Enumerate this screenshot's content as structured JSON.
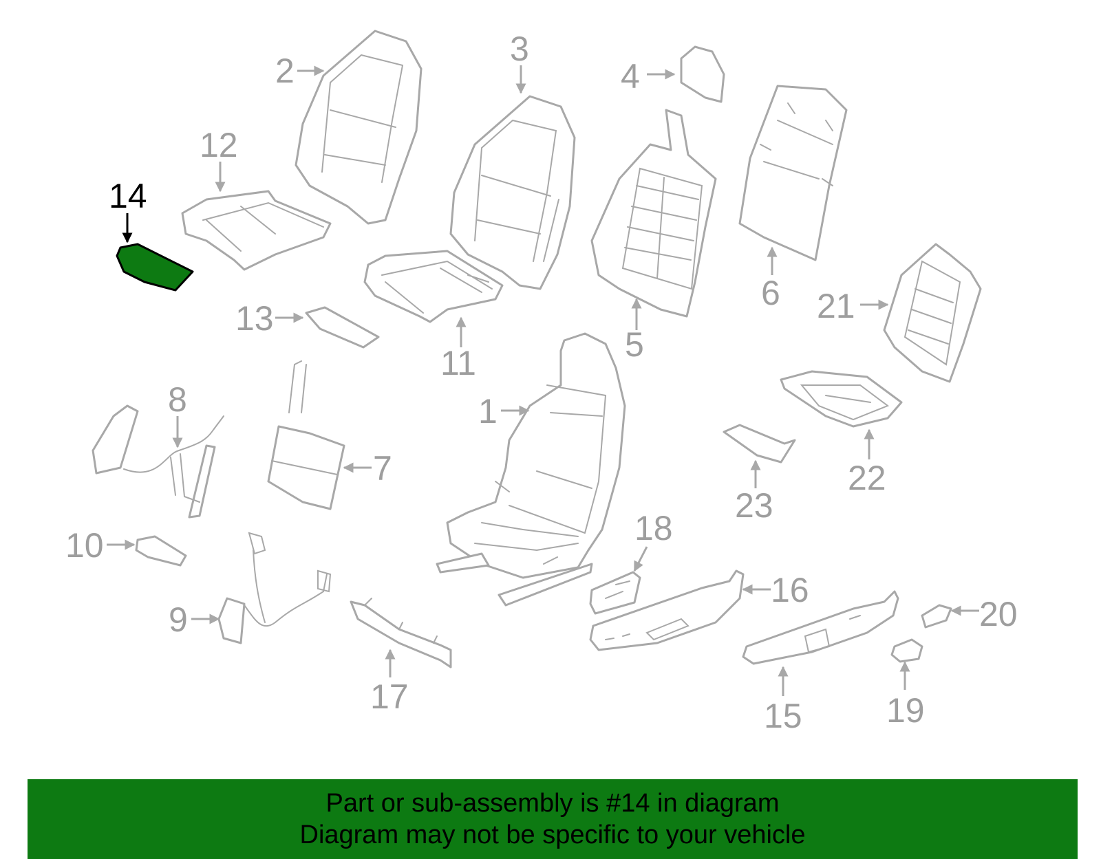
{
  "diagram": {
    "highlight_color": "#0d7a12",
    "part_color": "#a8a8a8",
    "highlighted_part": "14",
    "labels": [
      "1",
      "2",
      "3",
      "4",
      "5",
      "6",
      "7",
      "8",
      "9",
      "10",
      "11",
      "12",
      "13",
      "14",
      "15",
      "16",
      "17",
      "18",
      "19",
      "20",
      "21",
      "22",
      "23"
    ]
  },
  "banner": {
    "background": "#0d7a12",
    "line1": "Part or sub-assembly is #14 in diagram",
    "line2": "Diagram may not be specific to your vehicle"
  }
}
